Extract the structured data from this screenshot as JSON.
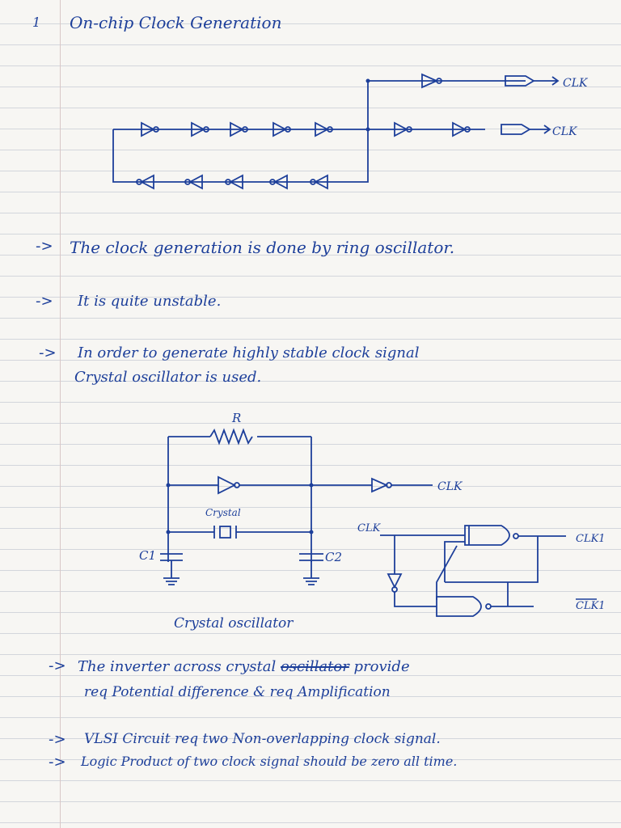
{
  "page_number": "1",
  "title": "On-chip Clock Generation",
  "ring_diagram": {
    "clk_top": "CLK",
    "clk_mid": "CLK"
  },
  "bullets": [
    {
      "arrow": "->",
      "text": "The clock generation is done by ring oscillator."
    },
    {
      "arrow": "->",
      "text": "It is quite unstable."
    },
    {
      "arrow": "->",
      "line1": "In order to generate highly stable clock signal",
      "line2": "Crystal oscillator is used."
    }
  ],
  "crystal_diagram": {
    "resistor_label": "R",
    "crystal_label": "Crystal",
    "c1_label": "C1",
    "c2_label": "C2",
    "clk_out": "CLK",
    "clk_in": "CLK",
    "clk_gate_out": "CLK1",
    "clk_gate_out_bar": "CLK1",
    "caption": "Crystal oscillator"
  },
  "notes": [
    {
      "arrow": "->",
      "line1_before": "The inverter across crystal",
      "line1_strike": "oscillator",
      "line1_after": "provide",
      "line2": "req Potential difference & req Amplification"
    },
    {
      "arrow": "->",
      "text": "VLSI Circuit req two Non-overlapping clock signal."
    },
    {
      "arrow": "->",
      "text": "Logic Product of two clock signal should be zero all time."
    }
  ]
}
